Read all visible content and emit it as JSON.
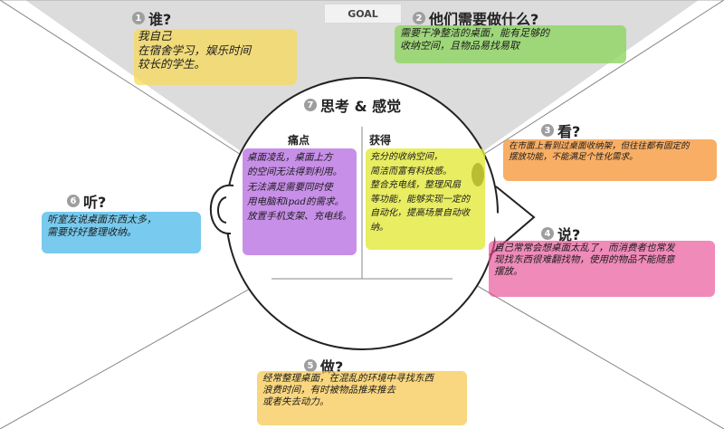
{
  "goal_label": "GOAL",
  "sections": {
    "who": {
      "number": "1",
      "title": "谁?",
      "note": "我自己\n在宿舍学习，娱乐时间\n较长的学生。"
    },
    "do_what": {
      "number": "2",
      "title": "他们需要做什么?",
      "note": "需要干净整洁的桌面，能有足够的\n收纳空间，且物品易找易取"
    },
    "see": {
      "number": "3",
      "title": "看?",
      "note": "在市面上看到过桌面收纳架，但往往都有固定的\n摆放功能，不能满足个性化需求。"
    },
    "say": {
      "number": "4",
      "title": "说?",
      "note": "自己常常会想桌面太乱了，而消费者也常发\n现找东西很难翻找物，使用的物品不能随意\n摆放。"
    },
    "do": {
      "number": "5",
      "title": "做?",
      "note": "经常整理桌面，在混乱的环境中寻找东西\n浪费时间，有时被物品推来推去\n或者失去动力。"
    },
    "hear": {
      "number": "6",
      "title": "听?",
      "note": "听室友说桌面东西太多，\n需要好好整理收纳。"
    },
    "think_feel": {
      "number": "7",
      "title": "思考 & 感觉"
    }
  },
  "pains": {
    "label": "痛点",
    "note": "桌面凌乱，桌面上方\n的空间无法得到利用。\n无法满足需要同时使\n用电脑和ipad的需求。\n放置手机支架、充电线。"
  },
  "gains": {
    "label": "获得",
    "note": "充分的收纳空间，\n简洁而富有科技感。\n整合充电线，整理风扇\n等功能，能够实现一定的\n自动化，提高场景自动收纳。"
  },
  "colors": {
    "who": "#f7d95a",
    "do_what": "#8fd462",
    "see": "#f7a04a",
    "say": "#e64b93",
    "do": "#f7c64a",
    "hear": "#4bb8e8",
    "pains": "#b060e0",
    "gains": "#e2e83a",
    "top_bg": "#d9d9d9"
  }
}
